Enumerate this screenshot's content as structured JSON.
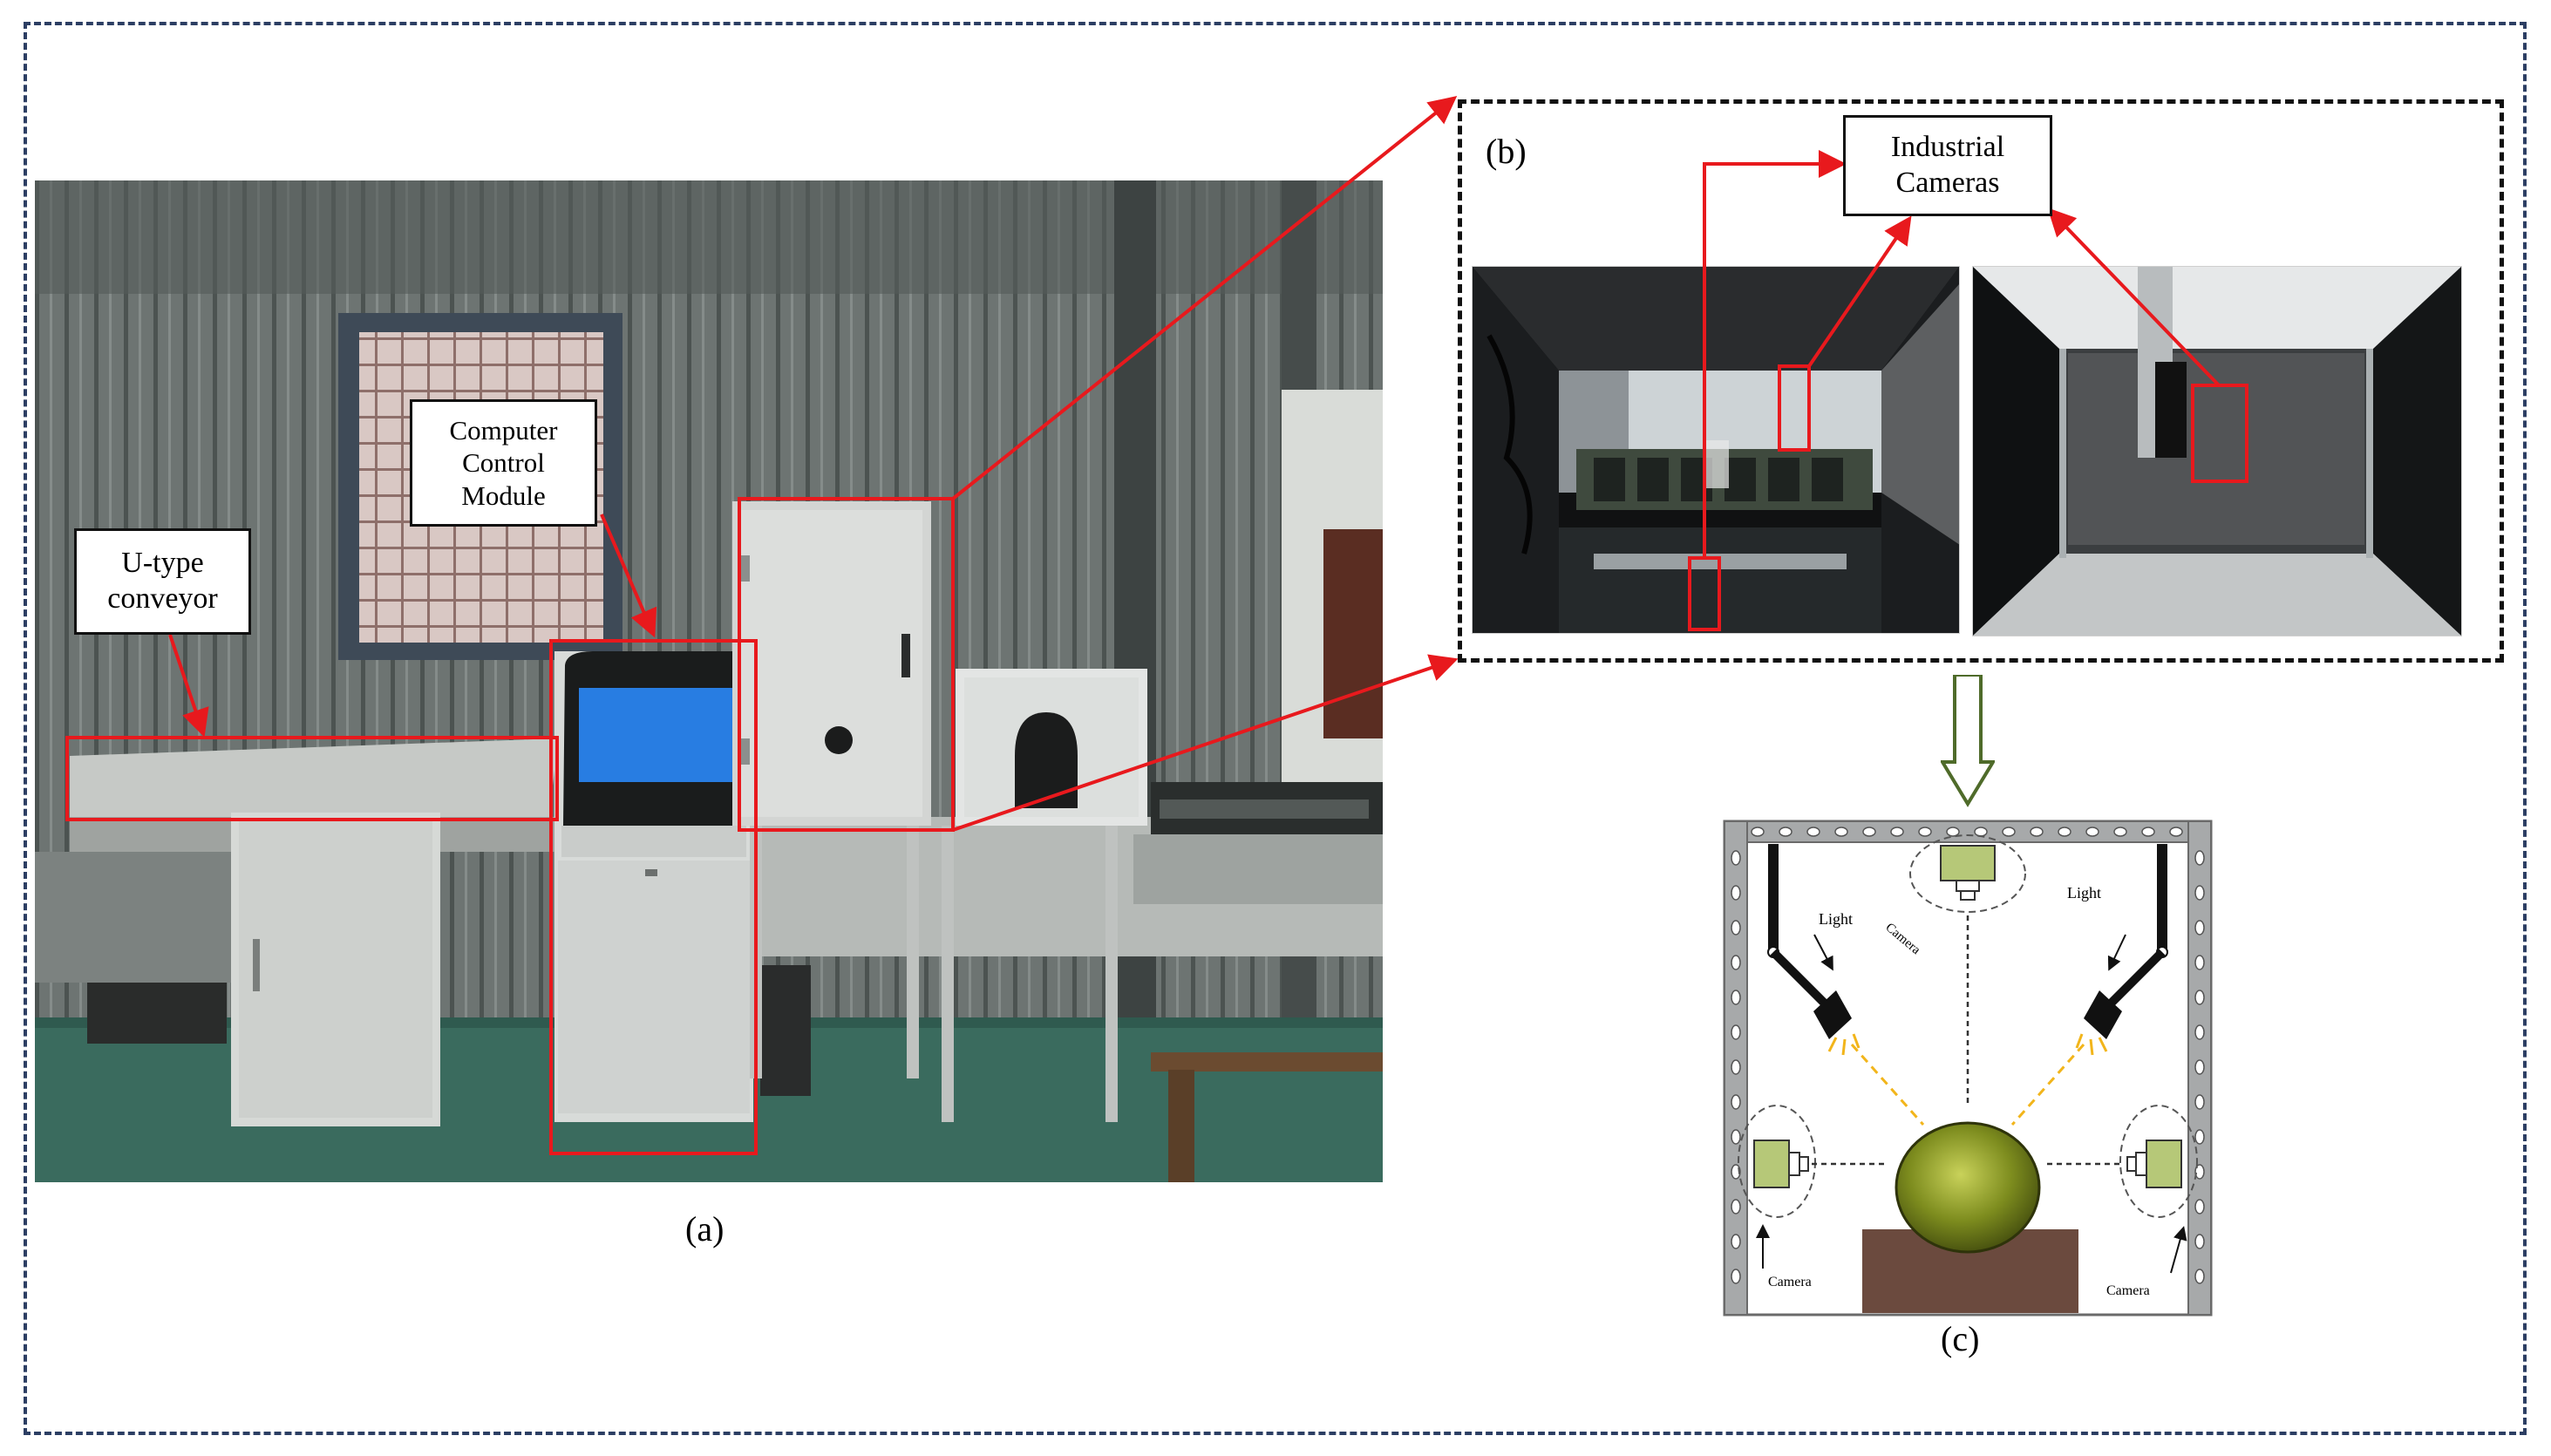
{
  "labels": {
    "conveyor": "U-type\nconveyor",
    "control_module": "Computer\nControl\nModule",
    "industrial_cameras": "Industrial\nCameras"
  },
  "captions": {
    "a": "(a)",
    "b": "(b)",
    "c": "(c)"
  },
  "diagram_c": {
    "light_left": "Light",
    "light_right": "Light",
    "camera_top": "Camera",
    "camera_left": "Camera",
    "camera_right": "Camera"
  },
  "colors": {
    "highlight": "#e8191d",
    "frame": "#2c3e63",
    "arrow_green": "#4f6b2a",
    "camera_body": "#b6c878",
    "fruit": "#7d8c1e",
    "stand": "#6b4a3e"
  }
}
